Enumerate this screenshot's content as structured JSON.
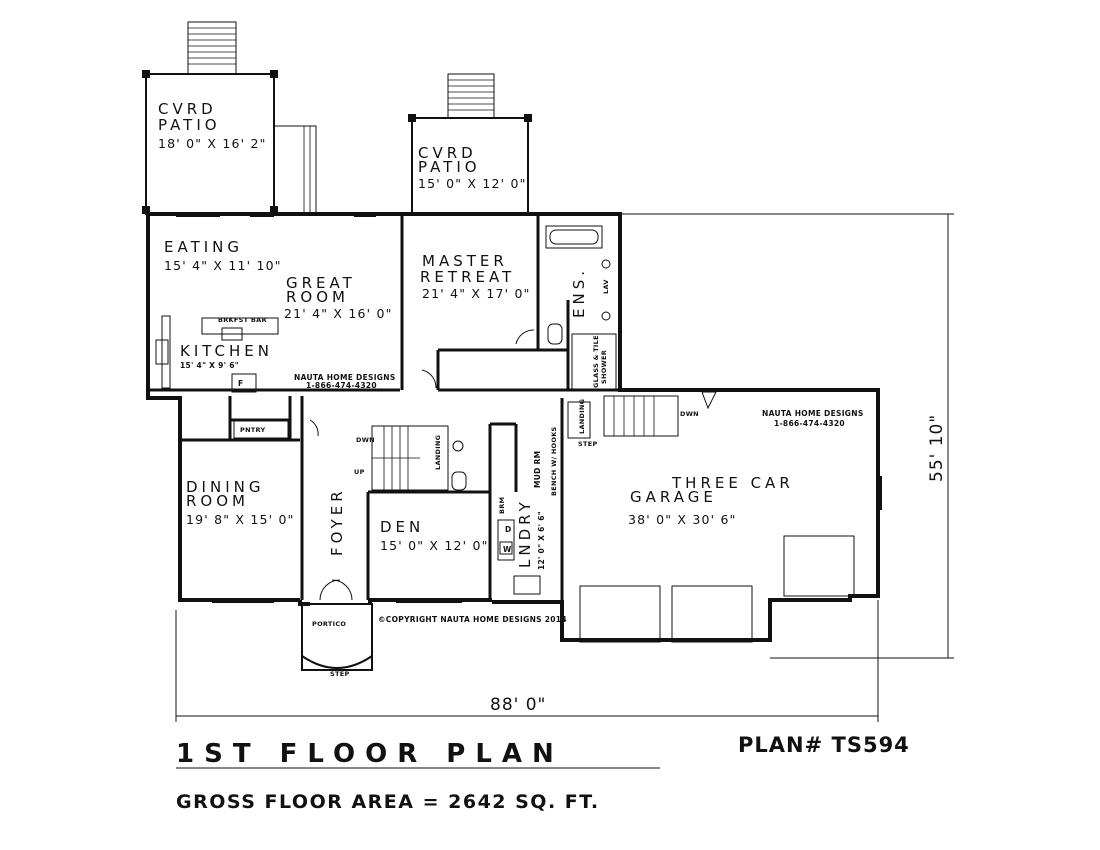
{
  "rooms": {
    "cvrd_patio_left": {
      "line1": "CVRD",
      "line2": "PATIO",
      "dim": "18' 0\" X 16' 2\""
    },
    "cvrd_patio_right": {
      "line1": "CVRD",
      "line2": "PATIO",
      "dim": "15' 0\" X 12' 0\""
    },
    "eating": {
      "name": "EATING",
      "dim": "15' 4\" X 11' 10\""
    },
    "great_room": {
      "line1": "GREAT",
      "line2": "ROOM",
      "dim": "21' 4\" X 16' 0\""
    },
    "master_retreat": {
      "line1": "MASTER",
      "line2": "RETREAT",
      "dim": "21' 4\" X 17' 0\""
    },
    "ens": {
      "name": "ENS."
    },
    "kitchen": {
      "name": "KITCHEN",
      "dim": "15' 4\" X 9' 6\""
    },
    "dining_room": {
      "line1": "DINING",
      "line2": "ROOM",
      "dim": "19' 8\" X 15' 0\""
    },
    "foyer": {
      "name": "FOYER"
    },
    "den": {
      "name": "DEN",
      "dim": "15' 0\" X 12' 0\""
    },
    "lndry": {
      "name": "LNDRY",
      "dim": "12' 0\" X 6' 6\""
    },
    "garage": {
      "line1": "THREE CAR",
      "line2": "GARAGE",
      "dim": "38' 0\" X 30' 6\""
    }
  },
  "small_labels": {
    "brkfst_bar": "BRKFST BAR",
    "pntry": "PNTRY",
    "fridge": "F",
    "portico": "PORTICO",
    "step": "STEP",
    "dwn": "DWN",
    "up": "UP",
    "landing": "LANDING",
    "mud_rm": "MUD RM",
    "bench": "BENCH W/ HOOKS",
    "glass_shower_1": "GLASS & TILE",
    "glass_shower_2": "SHOWER",
    "lav": "LAV",
    "broom": "BRM",
    "dryer": "D",
    "washer": "W"
  },
  "branding": {
    "company_1": "NAUTA HOME DESIGNS",
    "phone_1": "1-866-474-4320",
    "company_2": "NAUTA HOME DESIGNS",
    "phone_2": "1-866-474-4320",
    "copyright": "©COPYRIGHT NAUTA HOME DESIGNS 2014"
  },
  "dimensions": {
    "overall_width": "88' 0\"",
    "overall_depth": "55' 10\""
  },
  "footer": {
    "title": "1ST FLOOR PLAN",
    "plan_number": "PLAN# TS594",
    "gross_area": "GROSS FLOOR AREA = 2642 SQ. FT."
  }
}
